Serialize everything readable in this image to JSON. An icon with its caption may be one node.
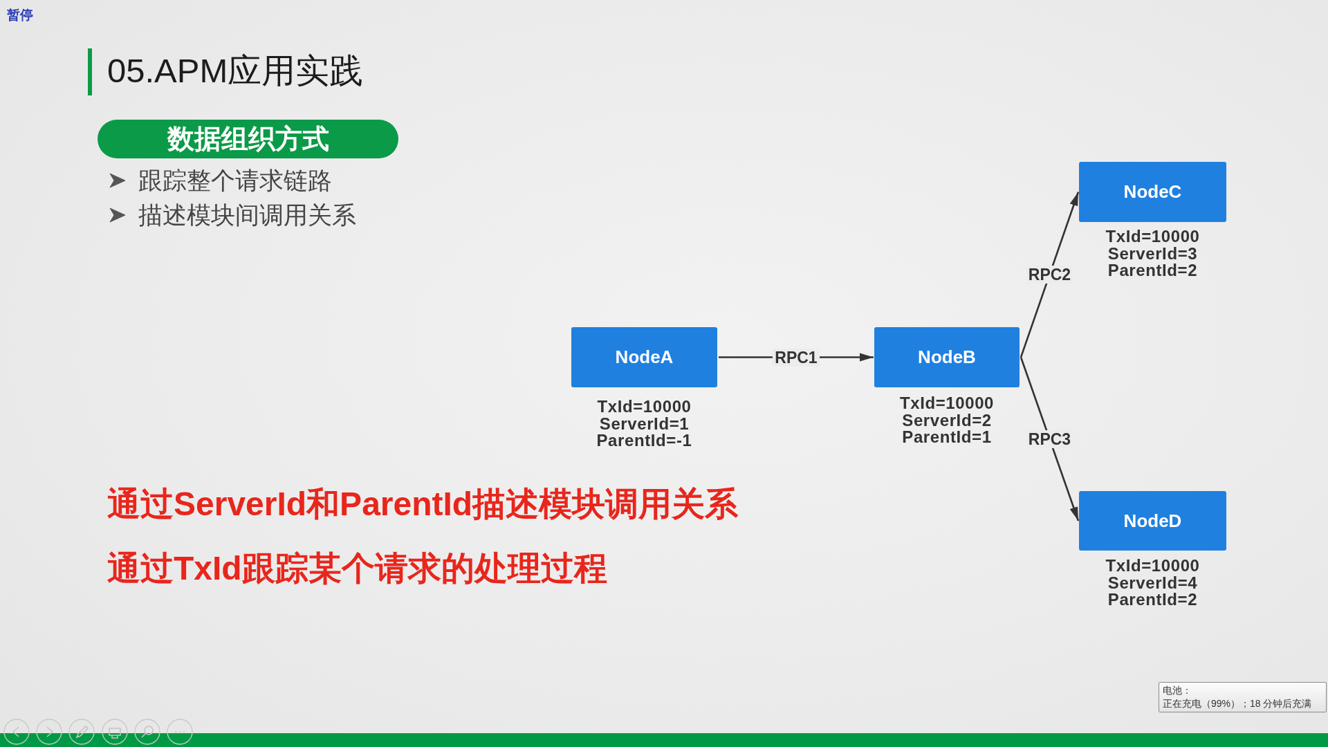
{
  "diagram": {
    "title": "05.APM应用实践",
    "nodes": [
      {
        "text": [
          "数据组织方式"
        ]
      },
      {
        "text": [
          "NodeA"
        ],
        "beside": [
          "TxId=10000",
          "ServerId=1",
          "ParentId=-1"
        ]
      },
      {
        "text": [
          "NodeB"
        ],
        "beside": [
          "TxId=10000",
          "ServerId=2",
          "ParentId=1"
        ]
      },
      {
        "text": [
          "NodeC"
        ],
        "beside": [
          "TxId=10000",
          "ServerId=3",
          "ParentId=2"
        ]
      },
      {
        "text": [
          "NodeD"
        ],
        "beside": [
          "TxId=10000",
          "ServerId=4",
          "ParentId=2"
        ]
      },
      {
        "text": [
          "电池：",
          "正在充电（99%）；18 分钟后充满"
        ]
      }
    ],
    "edges": [
      {
        "from": 1,
        "to": 2,
        "arrow": "to",
        "label": "RPC1"
      },
      {
        "from": 2,
        "to": 3,
        "arrow": "to",
        "label": "RPC2"
      },
      {
        "from": 2,
        "to": 4,
        "arrow": "to",
        "label": "RPC3"
      }
    ],
    "labels": [
      "暂停",
      "跟踪整个请求链路",
      "描述模块间调用关系",
      "通过ServerId和ParentId描述模块调用关系",
      "通过TxId跟踪某个请求的处理过程"
    ]
  }
}
